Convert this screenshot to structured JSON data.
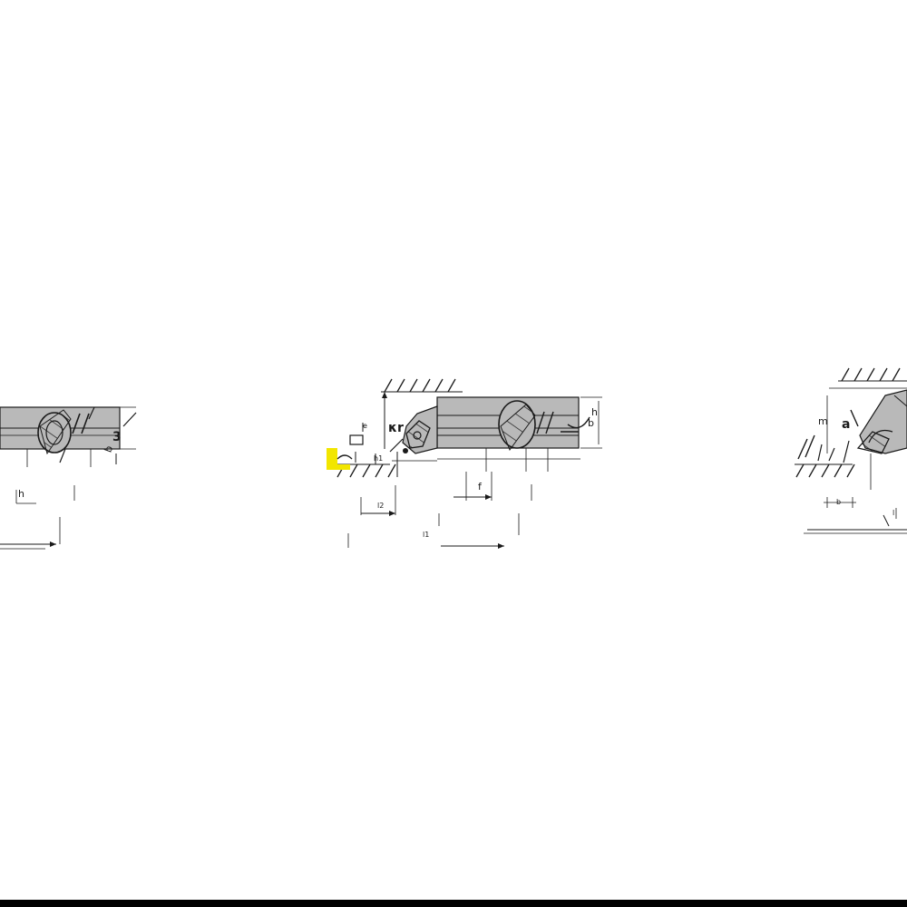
{
  "colors": {
    "body_fill": "#b9b9b9",
    "line": "#1a1a1a",
    "highlight": "#f2e600",
    "background": "#ffffff"
  },
  "left_view": {
    "label_h": "h",
    "label_b": "b",
    "label_d": "3"
  },
  "center_view": {
    "label_f": "f",
    "label_l1": "l1",
    "label_l2": "l2",
    "label_h1": "h1",
    "label_kr": "κr",
    "label_e": "e",
    "label_b": "b",
    "label_h": "h"
  },
  "right_view": {
    "label_m": "m",
    "label_a": "a",
    "label_b": "b",
    "label_l": "l"
  }
}
